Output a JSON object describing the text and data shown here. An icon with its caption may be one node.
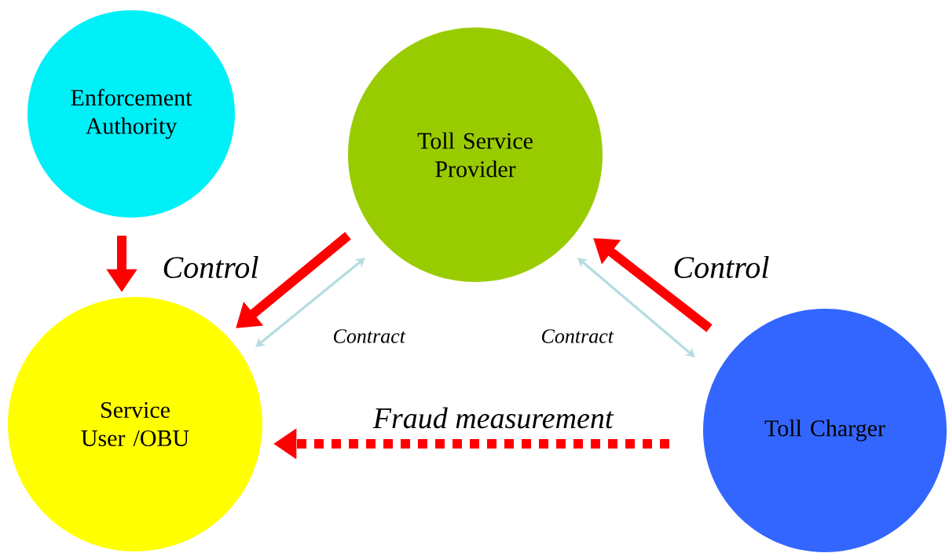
{
  "diagram": {
    "nodes": [
      {
        "text": [
          "Enforcement Authority"
        ]
      },
      {
        "text": [
          "Toll Service Provider"
        ]
      },
      {
        "text": [
          "Service User /OBU"
        ]
      },
      {
        "text": [
          "Toll Charger"
        ]
      }
    ],
    "edges": [
      {
        "from": 0,
        "to": 2,
        "arrow": "to",
        "label": "*Control*"
      },
      {
        "from": 1,
        "to": 2,
        "arrow": "to"
      },
      {
        "from": 2,
        "to": 1,
        "arrow": "both",
        "label": "*Contract*",
        "color": "#b4dde0"
      },
      {
        "from": 3,
        "to": 1,
        "arrow": "to",
        "label": "*Control*"
      },
      {
        "from": 1,
        "to": 3,
        "arrow": "both",
        "label": "*Contract*",
        "color": "#b4dde0"
      },
      {
        "from": 3,
        "to": 2,
        "arrow": "to",
        "label": "*Fraud measurement*",
        "style": "dashed"
      }
    ]
  }
}
